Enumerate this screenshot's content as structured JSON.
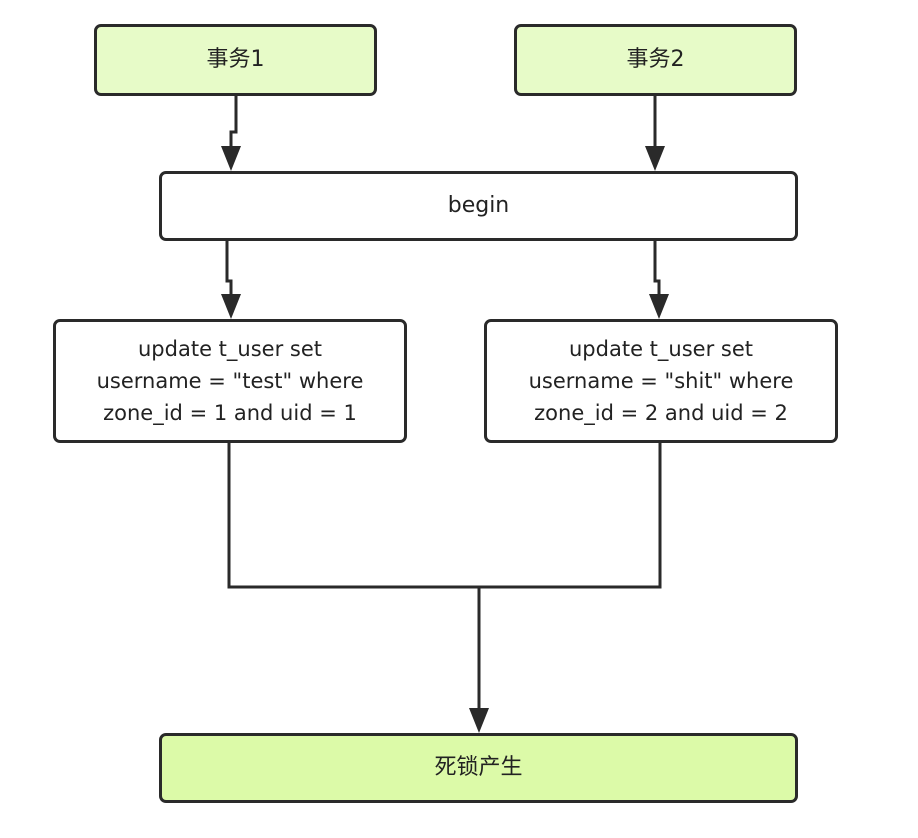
{
  "nodes": {
    "transaction_1": "事务1",
    "transaction_2": "事务2",
    "begin": "begin",
    "update_1": {
      "line1": "update t_user set",
      "line2": "username = \"test\" where",
      "line3": "zone_id = 1 and uid = 1"
    },
    "update_2": {
      "line1": "update t_user set",
      "line2": "username = \"shit\" where",
      "line3": "zone_id = 2 and uid = 2"
    },
    "deadlock": "死锁产生"
  },
  "colors": {
    "transaction_fill": "#e7fbc8",
    "deadlock_fill": "#dcfaa8",
    "box_fill": "#ffffff",
    "stroke": "#2a2a2a"
  },
  "edges": [
    {
      "from": "transaction_1",
      "to": "begin"
    },
    {
      "from": "transaction_2",
      "to": "begin"
    },
    {
      "from": "begin",
      "to": "update_1"
    },
    {
      "from": "begin",
      "to": "update_2"
    },
    {
      "from": "update_1",
      "to": "deadlock"
    },
    {
      "from": "update_2",
      "to": "deadlock"
    }
  ]
}
